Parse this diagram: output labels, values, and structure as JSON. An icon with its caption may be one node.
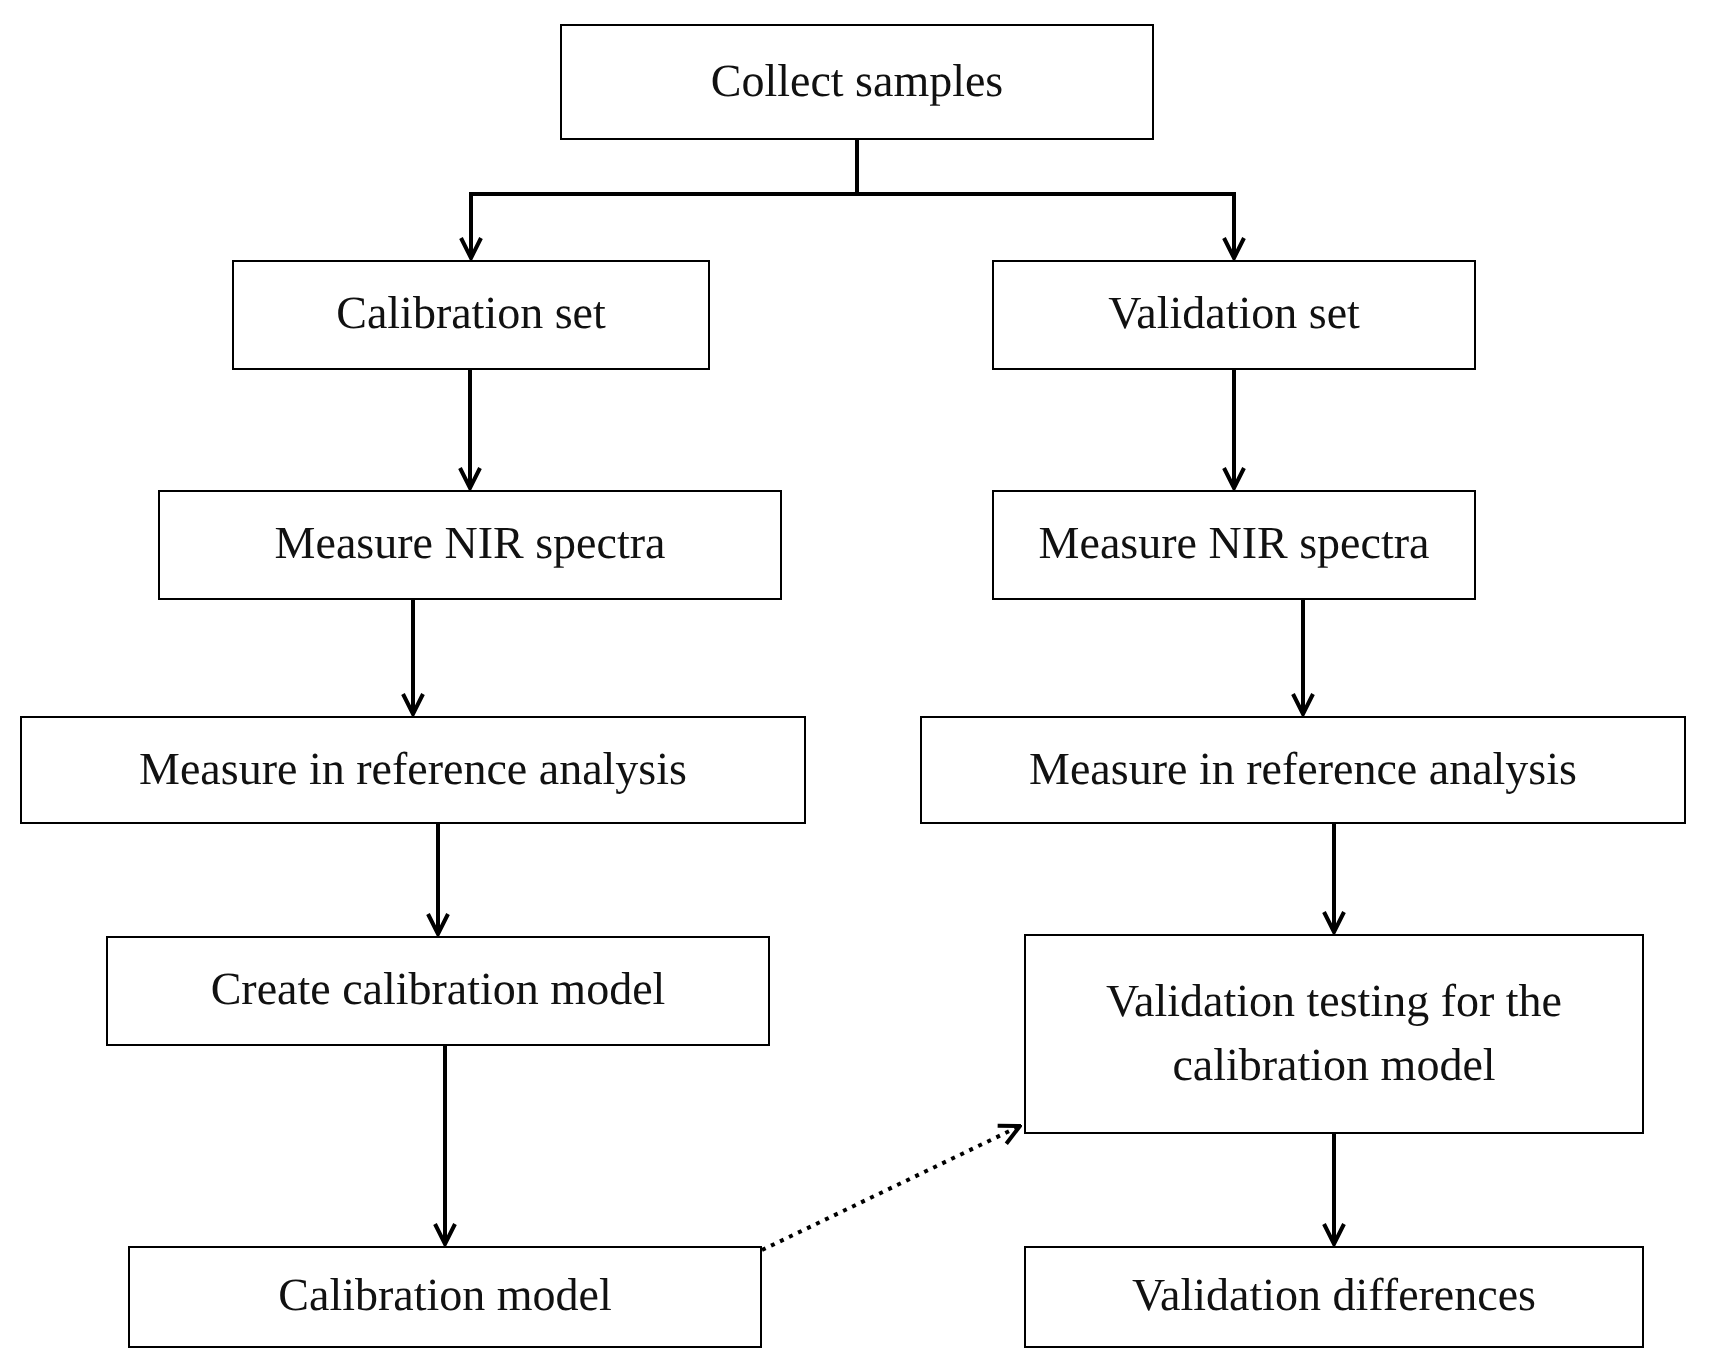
{
  "diagram": {
    "nodes": [
      {
        "text": [
          "Collect samples"
        ]
      },
      {
        "text": [
          "Calibration set"
        ]
      },
      {
        "text": [
          "Validation set"
        ]
      },
      {
        "text": [
          "Measure NIR spectra"
        ]
      },
      {
        "text": [
          "Measure NIR spectra"
        ]
      },
      {
        "text": [
          "Measure in reference analysis"
        ]
      },
      {
        "text": [
          "Measure in reference analysis"
        ]
      },
      {
        "text": [
          "Create calibration model"
        ]
      },
      {
        "text": [
          "Validation testing for the calibration model"
        ]
      },
      {
        "text": [
          "Calibration model"
        ]
      },
      {
        "text": [
          "Validation differences"
        ]
      }
    ],
    "edges": [
      {
        "from": 0,
        "to": 1,
        "arrow": "to"
      },
      {
        "from": 0,
        "to": 2,
        "arrow": "to"
      },
      {
        "from": 1,
        "to": 3,
        "arrow": "to"
      },
      {
        "from": 3,
        "to": 5,
        "arrow": "to"
      },
      {
        "from": 5,
        "to": 7,
        "arrow": "to"
      },
      {
        "from": 7,
        "to": 9,
        "arrow": "to"
      },
      {
        "from": 2,
        "to": 4,
        "arrow": "to"
      },
      {
        "from": 4,
        "to": 6,
        "arrow": "to"
      },
      {
        "from": 6,
        "to": 8,
        "arrow": "to"
      },
      {
        "from": 8,
        "to": 10,
        "arrow": "to"
      },
      {
        "from": 9,
        "to": 8,
        "arrow": "to",
        "style": "dashed"
      }
    ]
  }
}
